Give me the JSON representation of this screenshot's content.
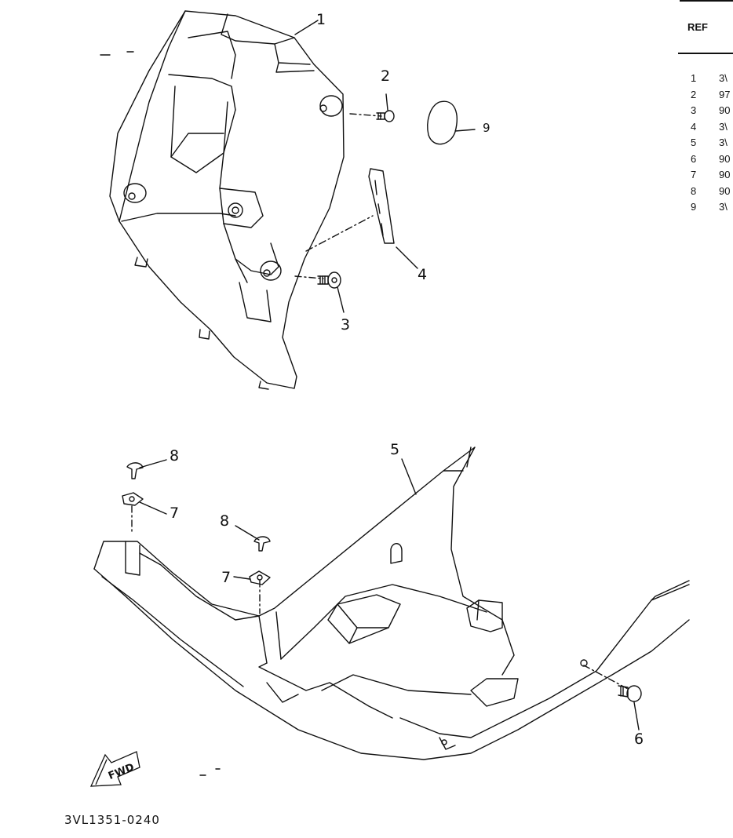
{
  "parts_table": {
    "header": "REF",
    "rows": [
      {
        "ref": "1",
        "code": "3\\"
      },
      {
        "ref": "2",
        "code": "97"
      },
      {
        "ref": "3",
        "code": "90"
      },
      {
        "ref": "4",
        "code": "3\\"
      },
      {
        "ref": "5",
        "code": "3\\"
      },
      {
        "ref": "6",
        "code": "90"
      },
      {
        "ref": "7",
        "code": "90"
      },
      {
        "ref": "8",
        "code": "90"
      },
      {
        "ref": "9",
        "code": "3\\"
      }
    ]
  },
  "callouts": {
    "c1": "1",
    "c2": "2",
    "c3": "3",
    "c4": "4",
    "c5": "5",
    "c6": "6",
    "c7a": "7",
    "c7b": "7",
    "c8a": "8",
    "c8b": "8",
    "c9": "9"
  },
  "fwd_label": "FWD",
  "drawing_code": "3VL1351-0240"
}
